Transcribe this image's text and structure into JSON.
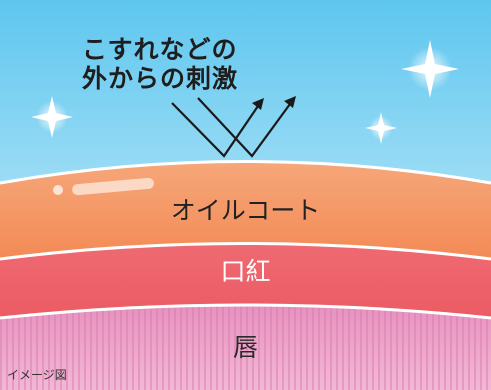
{
  "title_lines": [
    "こすれなどの",
    "外からの刺激"
  ],
  "layers": {
    "oil_coat": "オイルコート",
    "lipstick": "口紅",
    "lips": "唇"
  },
  "caption": "イメージ図",
  "colors": {
    "sky_top": "#63c9f0",
    "sky_bottom": "#d9f3fb",
    "oil_coat": "#f5925d",
    "lipstick": "#ee6068",
    "lips": "#ec9cc6",
    "arrow": "#1a1a1a"
  }
}
